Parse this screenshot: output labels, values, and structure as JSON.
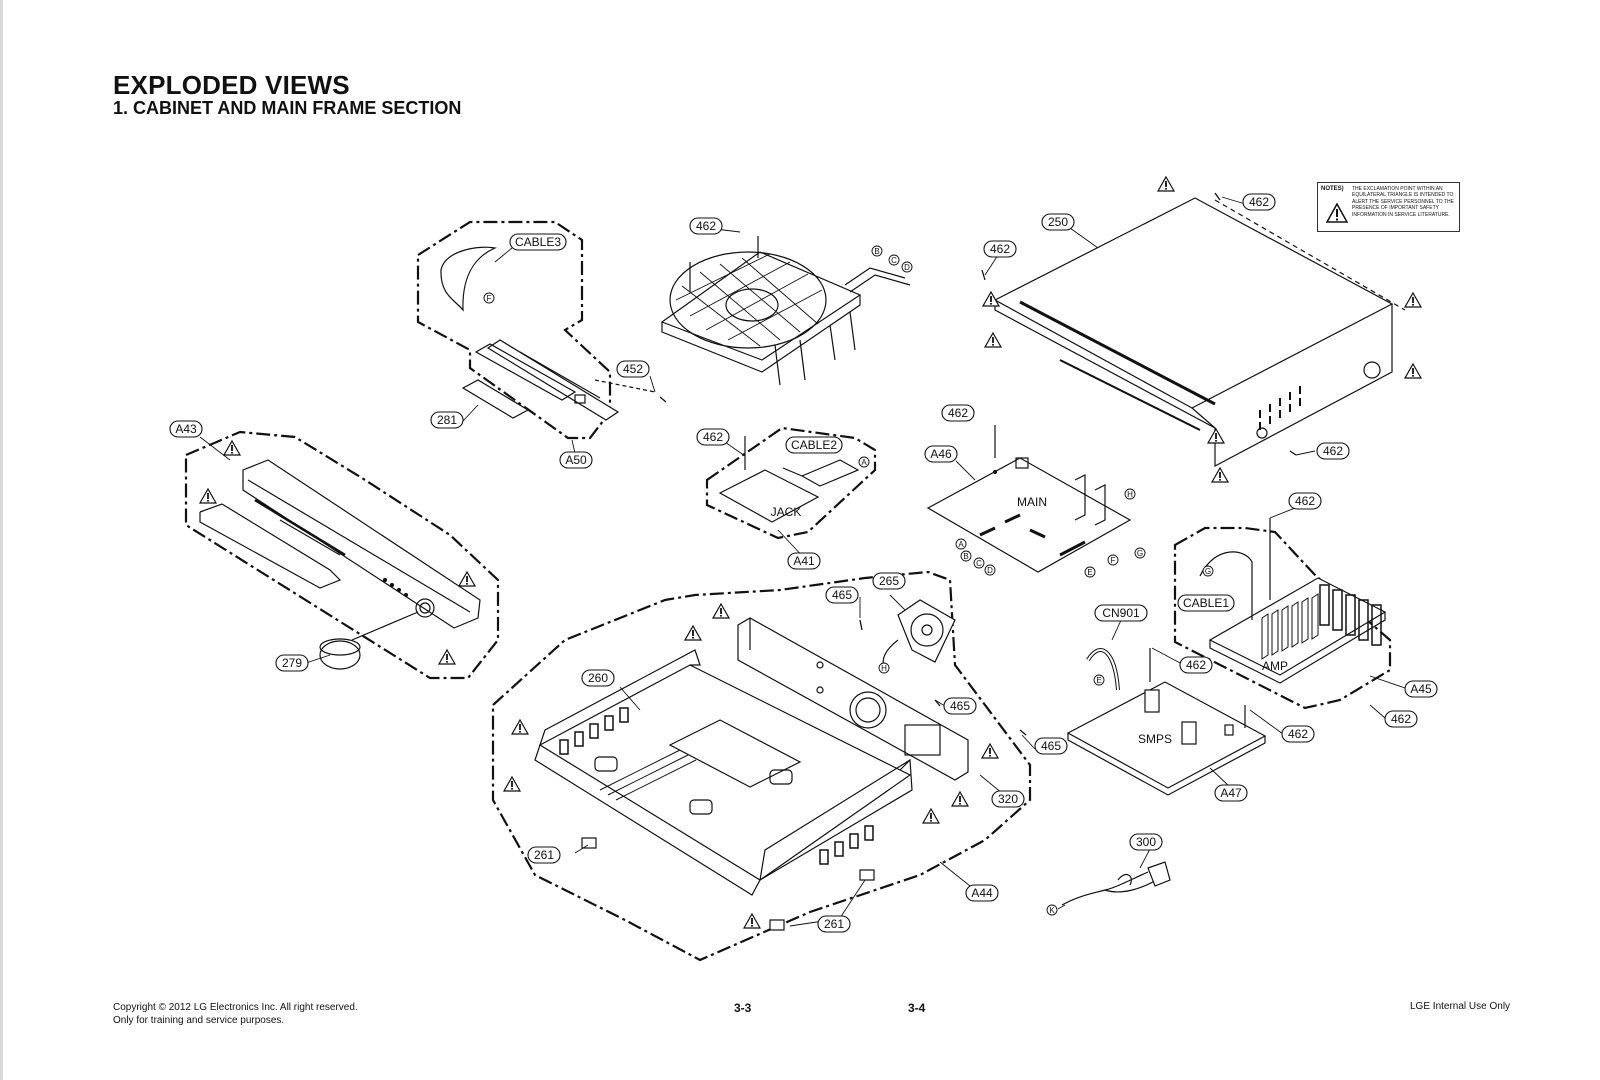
{
  "header": {
    "title": "EXPLODED VIEWS",
    "subtitle": "1. CABINET AND MAIN FRAME SECTION"
  },
  "notes": {
    "label": "NOTES)",
    "text": "THE EXCLAMATION POINT WITHIN AN EQUILATERAL TRIANGLE IS INTENDED TO ALERT THE SERVICE PERSONNEL TO THE PRESENCE OF IMPORTANT SAFETY INFORMATION IN SERVICE LITERATURE."
  },
  "callouts": {
    "c462_loader": "462",
    "c462_cover_left": "462",
    "c462_cover_top": "462",
    "c462_cover_right": "462",
    "c462_jack": "462",
    "c462_main": "462",
    "c462_amp_top": "462",
    "c462_amp_bottom": "462",
    "c462_smps_top": "462",
    "c462_smps_right": "462",
    "c250": "250",
    "cable3": "CABLE3",
    "cable2": "CABLE2",
    "cable1": "CABLE1",
    "c452": "452",
    "c281": "281",
    "a50": "A50",
    "a43": "A43",
    "a41": "A41",
    "a46": "A46",
    "a45": "A45",
    "a47": "A47",
    "a44": "A44",
    "c279": "279",
    "c265": "265",
    "c465_top": "465",
    "c465_mid": "465",
    "c465_right": "465",
    "c260": "260",
    "c320": "320",
    "c261_left": "261",
    "c261_bottom": "261",
    "cn901": "CN901",
    "c300": "300"
  },
  "boards": {
    "jack": "JACK",
    "main": "MAIN",
    "amp": "AMP",
    "smps": "SMPS"
  },
  "connectors": {
    "A": "A",
    "B": "B",
    "C": "C",
    "D": "D",
    "E": "E",
    "F": "F",
    "G": "G",
    "H": "H",
    "K": "K"
  },
  "footer": {
    "copyright": "Copyright © 2012 LG Electronics Inc. All right reserved.",
    "purpose": "Only for training and service purposes.",
    "page_left": "3-3",
    "page_right": "3-4",
    "internal": "LGE Internal Use Only"
  }
}
